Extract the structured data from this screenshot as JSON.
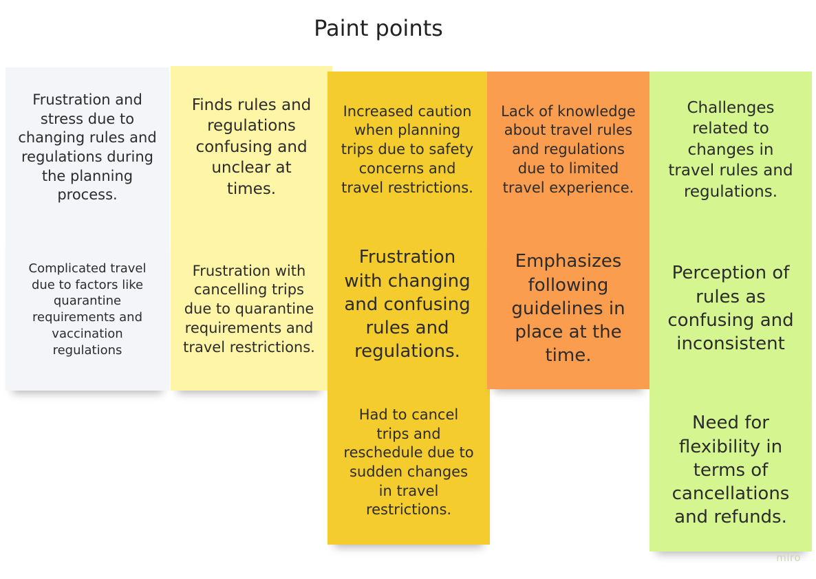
{
  "board": {
    "title": "Paint points",
    "watermark": "miro"
  },
  "notes": {
    "white_1": "Frustration and stress due to changing rules and regulations during the planning process.",
    "white_2": "Complicated travel due to factors like quarantine requirements and vaccination regulations",
    "lightyellow_1": "Finds rules and regulations confusing and unclear at times.",
    "lightyellow_2": "Frustration with cancelling trips due to quarantine requirements and travel restrictions.",
    "yellow_1": "Increased caution when planning trips due to safety concerns and travel restrictions.",
    "yellow_2": "Frustration with changing and confusing rules and regulations.",
    "yellow_3": "Had to cancel trips and reschedule due to sudden changes in travel restrictions.",
    "orange_1": "Lack of knowledge about travel rules and regulations due to limited travel experience.",
    "orange_2": "Emphasizes following guidelines in place at the time.",
    "green_1": "Challenges related to changes in travel rules and regulations.",
    "green_2": "Perception of rules as confusing and inconsistent",
    "green_3": "Need for flexibility in terms of cancellations and refunds."
  },
  "colors": {
    "white": "#f4f5f8",
    "lightyellow": "#fef6a6",
    "yellow": "#f4cc2e",
    "orange": "#fb9d4e",
    "green": "#d4f58f"
  }
}
